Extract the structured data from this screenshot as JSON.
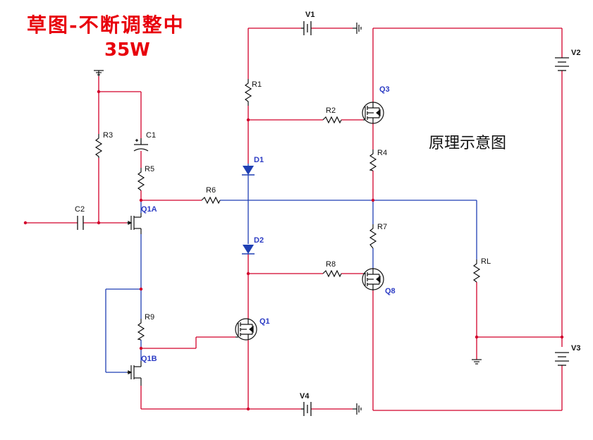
{
  "title": "草图-不断调整中",
  "power": "35W",
  "caption": "原理示意图",
  "colors": {
    "wire_red": "#d2002b",
    "wire_blue": "#1f3fb3",
    "component": "#111111",
    "label_black": "#111111",
    "label_blue": "#2c3cc4",
    "title_red": "#e8000b"
  },
  "components": {
    "V1": "V1",
    "V2": "V2",
    "V3": "V3",
    "V4": "V4",
    "R1": "R1",
    "R2": "R2",
    "R3": "R3",
    "R4": "R4",
    "R5": "R5",
    "R6": "R6",
    "R7": "R7",
    "R8": "R8",
    "R9": "R9",
    "RL": "RL",
    "C1": "C1",
    "C2": "C2",
    "D1": "D1",
    "D2": "D2",
    "Q1A": "Q1A",
    "Q1B": "Q1B",
    "Q1": "Q1",
    "Q3": "Q3",
    "Q8": "Q8"
  }
}
